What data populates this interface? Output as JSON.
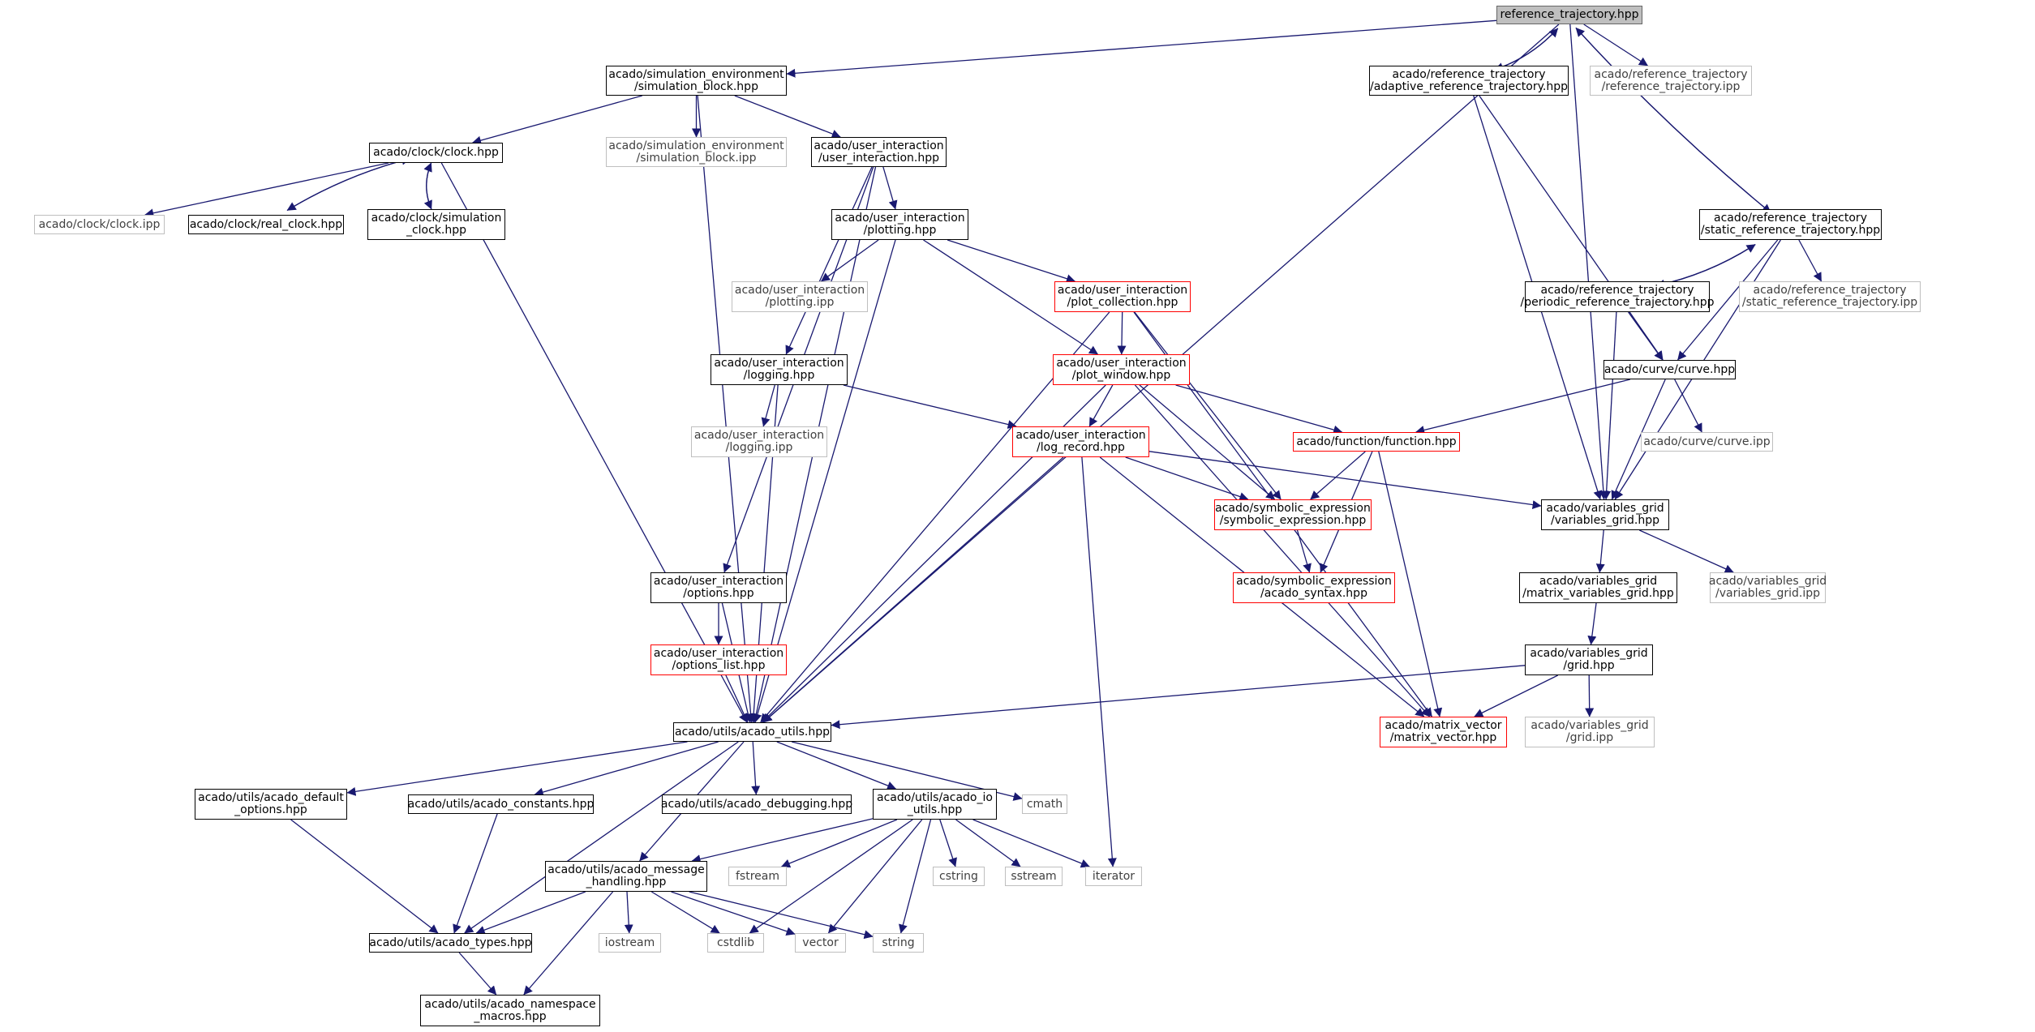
{
  "edge_color": "#191970",
  "nodes": [
    {
      "id": "root",
      "label": "reference_trajectory.hpp",
      "type": "root"
    },
    {
      "id": "sim_block",
      "label": "acado/simulation_environment\n/simulation_block.hpp",
      "type": "normal"
    },
    {
      "id": "adaptive",
      "label": "acado/reference_trajectory\n/adaptive_reference_trajectory.hpp",
      "type": "normal"
    },
    {
      "id": "ref_ipp",
      "label": "acado/reference_trajectory\n/reference_trajectory.ipp",
      "type": "sys"
    },
    {
      "id": "clock",
      "label": "acado/clock/clock.hpp",
      "type": "normal"
    },
    {
      "id": "sim_block_ipp",
      "label": "acado/simulation_environment\n/simulation_block.ipp",
      "type": "sys"
    },
    {
      "id": "user_inter",
      "label": "acado/user_interaction\n/user_interaction.hpp",
      "type": "normal"
    },
    {
      "id": "clock_ipp",
      "label": "acado/clock/clock.ipp",
      "type": "sys"
    },
    {
      "id": "real_clock",
      "label": "acado/clock/real_clock.hpp",
      "type": "normal"
    },
    {
      "id": "sim_clock",
      "label": "acado/clock/simulation\n_clock.hpp",
      "type": "normal"
    },
    {
      "id": "plotting",
      "label": "acado/user_interaction\n/plotting.hpp",
      "type": "normal"
    },
    {
      "id": "static_ref",
      "label": "acado/reference_trajectory\n/static_reference_trajectory.hpp",
      "type": "normal"
    },
    {
      "id": "plotting_ipp",
      "label": "acado/user_interaction\n/plotting.ipp",
      "type": "sys"
    },
    {
      "id": "plot_coll",
      "label": "acado/user_interaction\n/plot_collection.hpp",
      "type": "red"
    },
    {
      "id": "periodic_ref",
      "label": "acado/reference_trajectory\n/periodic_reference_trajectory.hpp",
      "type": "normal"
    },
    {
      "id": "static_ref_ipp",
      "label": "acado/reference_trajectory\n/static_reference_trajectory.ipp",
      "type": "sys"
    },
    {
      "id": "logging",
      "label": "acado/user_interaction\n/logging.hpp",
      "type": "normal"
    },
    {
      "id": "plot_window",
      "label": "acado/user_interaction\n/plot_window.hpp",
      "type": "red"
    },
    {
      "id": "curve",
      "label": "acado/curve/curve.hpp",
      "type": "normal"
    },
    {
      "id": "logging_ipp",
      "label": "acado/user_interaction\n/logging.ipp",
      "type": "sys"
    },
    {
      "id": "log_record",
      "label": "acado/user_interaction\n/log_record.hpp",
      "type": "red"
    },
    {
      "id": "function",
      "label": "acado/function/function.hpp",
      "type": "red"
    },
    {
      "id": "curve_ipp",
      "label": "acado/curve/curve.ipp",
      "type": "sys"
    },
    {
      "id": "sym_expr",
      "label": "acado/symbolic_expression\n/symbolic_expression.hpp",
      "type": "red"
    },
    {
      "id": "vars_grid",
      "label": "acado/variables_grid\n/variables_grid.hpp",
      "type": "normal"
    },
    {
      "id": "options",
      "label": "acado/user_interaction\n/options.hpp",
      "type": "normal"
    },
    {
      "id": "acado_syntax",
      "label": "acado/symbolic_expression\n/acado_syntax.hpp",
      "type": "red"
    },
    {
      "id": "matrix_vars_grid",
      "label": "acado/variables_grid\n/matrix_variables_grid.hpp",
      "type": "normal"
    },
    {
      "id": "vars_grid_ipp",
      "label": "acado/variables_grid\n/variables_grid.ipp",
      "type": "sys"
    },
    {
      "id": "options_list",
      "label": "acado/user_interaction\n/options_list.hpp",
      "type": "red"
    },
    {
      "id": "grid",
      "label": "acado/variables_grid\n/grid.hpp",
      "type": "normal"
    },
    {
      "id": "acado_utils",
      "label": "acado/utils/acado_utils.hpp",
      "type": "normal"
    },
    {
      "id": "matrix_vector",
      "label": "acado/matrix_vector\n/matrix_vector.hpp",
      "type": "red"
    },
    {
      "id": "grid_ipp",
      "label": "acado/variables_grid\n/grid.ipp",
      "type": "sys"
    },
    {
      "id": "default_opts",
      "label": "acado/utils/acado_default\n_options.hpp",
      "type": "normal"
    },
    {
      "id": "constants",
      "label": "acado/utils/acado_constants.hpp",
      "type": "normal"
    },
    {
      "id": "debugging",
      "label": "acado/utils/acado_debugging.hpp",
      "type": "normal"
    },
    {
      "id": "io_utils",
      "label": "acado/utils/acado_io\n_utils.hpp",
      "type": "normal"
    },
    {
      "id": "cmath",
      "label": "cmath",
      "type": "sys"
    },
    {
      "id": "msg_handling",
      "label": "acado/utils/acado_message\n_handling.hpp",
      "type": "normal"
    },
    {
      "id": "fstream",
      "label": "fstream",
      "type": "sys"
    },
    {
      "id": "cstring",
      "label": "cstring",
      "type": "sys"
    },
    {
      "id": "sstream",
      "label": "sstream",
      "type": "sys"
    },
    {
      "id": "iterator",
      "label": "iterator",
      "type": "sys"
    },
    {
      "id": "types",
      "label": "acado/utils/acado_types.hpp",
      "type": "normal"
    },
    {
      "id": "iostream",
      "label": "iostream",
      "type": "sys"
    },
    {
      "id": "cstdlib",
      "label": "cstdlib",
      "type": "sys"
    },
    {
      "id": "vector",
      "label": "vector",
      "type": "sys"
    },
    {
      "id": "string",
      "label": "string",
      "type": "sys"
    },
    {
      "id": "namespace_macros",
      "label": "acado/utils/acado_namespace\n_macros.hpp",
      "type": "normal"
    }
  ],
  "edges": [
    [
      "root",
      "sim_block"
    ],
    [
      "root",
      "adaptive"
    ],
    [
      "root",
      "ref_ipp"
    ],
    [
      "root",
      "static_ref"
    ],
    [
      "root",
      "vars_grid"
    ],
    [
      "root",
      "acado_utils"
    ],
    [
      "adaptive",
      "root"
    ],
    [
      "static_ref",
      "root"
    ],
    [
      "sim_block",
      "clock"
    ],
    [
      "sim_block",
      "sim_block_ipp"
    ],
    [
      "sim_block",
      "user_inter"
    ],
    [
      "sim_block",
      "acado_utils"
    ],
    [
      "adaptive",
      "curve"
    ],
    [
      "adaptive",
      "vars_grid"
    ],
    [
      "clock",
      "clock_ipp"
    ],
    [
      "clock",
      "real_clock"
    ],
    [
      "clock",
      "sim_clock"
    ],
    [
      "clock",
      "acado_utils"
    ],
    [
      "real_clock",
      "clock"
    ],
    [
      "sim_clock",
      "clock"
    ],
    [
      "user_inter",
      "plotting"
    ],
    [
      "user_inter",
      "logging"
    ],
    [
      "user_inter",
      "options"
    ],
    [
      "user_inter",
      "acado_utils"
    ],
    [
      "plotting",
      "plotting_ipp"
    ],
    [
      "plotting",
      "plot_coll"
    ],
    [
      "plotting",
      "plot_window"
    ],
    [
      "plotting",
      "acado_utils"
    ],
    [
      "static_ref",
      "periodic_ref"
    ],
    [
      "static_ref",
      "static_ref_ipp"
    ],
    [
      "static_ref",
      "curve"
    ],
    [
      "static_ref",
      "vars_grid"
    ],
    [
      "periodic_ref",
      "static_ref"
    ],
    [
      "periodic_ref",
      "curve"
    ],
    [
      "periodic_ref",
      "vars_grid"
    ],
    [
      "plot_coll",
      "plot_window"
    ],
    [
      "plot_coll",
      "sym_expr"
    ],
    [
      "plot_coll",
      "matrix_vector"
    ],
    [
      "plot_coll",
      "acado_utils"
    ],
    [
      "logging",
      "logging_ipp"
    ],
    [
      "logging",
      "log_record"
    ],
    [
      "logging",
      "acado_utils"
    ],
    [
      "plot_window",
      "log_record"
    ],
    [
      "plot_window",
      "function"
    ],
    [
      "plot_window",
      "sym_expr"
    ],
    [
      "plot_window",
      "matrix_vector"
    ],
    [
      "plot_window",
      "acado_utils"
    ],
    [
      "curve",
      "curve_ipp"
    ],
    [
      "curve",
      "function"
    ],
    [
      "curve",
      "vars_grid"
    ],
    [
      "log_record",
      "sym_expr"
    ],
    [
      "log_record",
      "vars_grid"
    ],
    [
      "log_record",
      "iterator"
    ],
    [
      "log_record",
      "matrix_vector"
    ],
    [
      "log_record",
      "acado_utils"
    ],
    [
      "function",
      "sym_expr"
    ],
    [
      "function",
      "acado_syntax"
    ],
    [
      "function",
      "matrix_vector"
    ],
    [
      "sym_expr",
      "acado_syntax"
    ],
    [
      "vars_grid",
      "matrix_vars_grid"
    ],
    [
      "vars_grid",
      "vars_grid_ipp"
    ],
    [
      "options",
      "options_list"
    ],
    [
      "options",
      "acado_utils"
    ],
    [
      "matrix_vars_grid",
      "grid"
    ],
    [
      "options_list",
      "acado_utils"
    ],
    [
      "grid",
      "grid_ipp"
    ],
    [
      "grid",
      "matrix_vector"
    ],
    [
      "grid",
      "acado_utils"
    ],
    [
      "acado_utils",
      "default_opts"
    ],
    [
      "acado_utils",
      "constants"
    ],
    [
      "acado_utils",
      "debugging"
    ],
    [
      "acado_utils",
      "io_utils"
    ],
    [
      "acado_utils",
      "cmath"
    ],
    [
      "acado_utils",
      "msg_handling"
    ],
    [
      "acado_utils",
      "types"
    ],
    [
      "default_opts",
      "types"
    ],
    [
      "constants",
      "types"
    ],
    [
      "io_utils",
      "msg_handling"
    ],
    [
      "io_utils",
      "fstream"
    ],
    [
      "io_utils",
      "cstring"
    ],
    [
      "io_utils",
      "sstream"
    ],
    [
      "io_utils",
      "iterator"
    ],
    [
      "io_utils",
      "cstdlib"
    ],
    [
      "io_utils",
      "vector"
    ],
    [
      "io_utils",
      "string"
    ],
    [
      "msg_handling",
      "types"
    ],
    [
      "msg_handling",
      "iostream"
    ],
    [
      "msg_handling",
      "cstdlib"
    ],
    [
      "msg_handling",
      "vector"
    ],
    [
      "msg_handling",
      "string"
    ],
    [
      "msg_handling",
      "namespace_macros"
    ],
    [
      "types",
      "namespace_macros"
    ]
  ]
}
